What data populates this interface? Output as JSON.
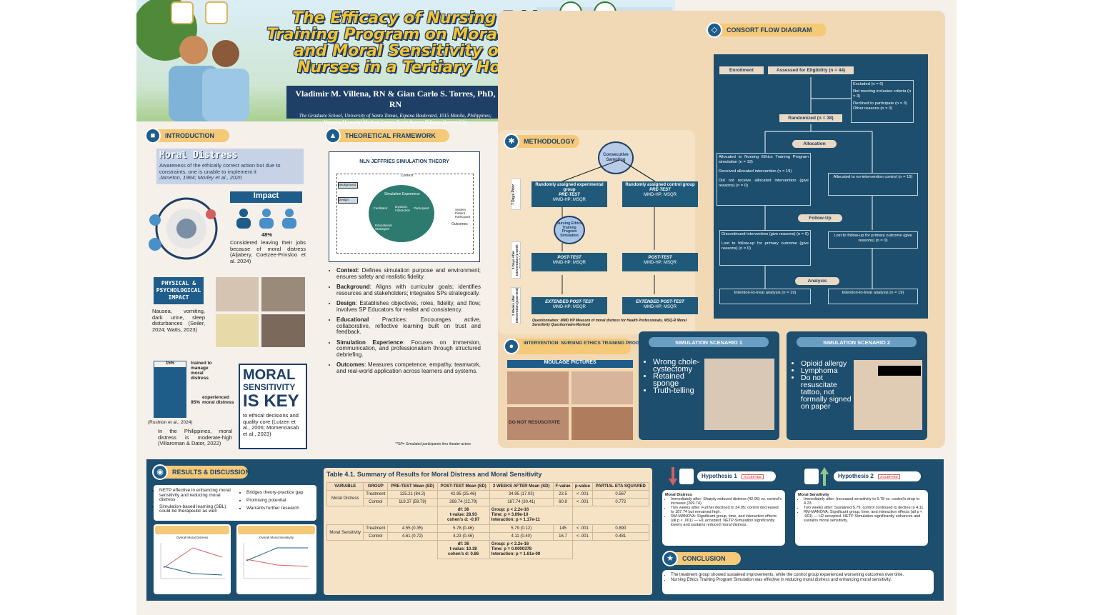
{
  "header": {
    "title_lines": [
      "The Efficacy of Nursing Ethics",
      "Training Program on Moral Distress",
      "and Moral Sensitivity of Staff",
      "Nurses in a Tertiary Hospital"
    ],
    "authors": "Vladimir M. Villena, RN & Gian Carlo S. Torres, PhD, RN",
    "affiliation": "The Graduate School, University of Santo Tomas, Espana Boulevard, 1015 Manila, Philippines; Veterans Memorial Medical Center, North Avenue Diliman Quezon City"
  },
  "introduction": {
    "heading": "INTRODUCTION",
    "moral_distress_title": "Moral Distress",
    "moral_distress_def": "Awareness of the ethically correct action but due to constraints, one is unable to implement it",
    "moral_distress_cite": "Jameton, 1984; Morley et al., 2020",
    "impact_title": "Impact",
    "impact_pct": "48%",
    "impact_text": "Considered leaving their jobs because of moral distress (Aljabery, Coetzee-Prinsloo et al. 2024)",
    "physical_title": "PHYSICAL & PSYCHOLOGICAL IMPACT",
    "physical_text": "Nausea, vomiting, dark urine, sleep disturbances (Seiler, 2024; Watts, 2023)",
    "bar_pct_top": "15%",
    "bar_label_top": "trained to manage moral distress",
    "bar_pct_bottom": "95%",
    "bar_label_bottom": "experienced moral distress",
    "bar_cite": "(Rushton et al., 2024)",
    "ph_note": "In the Philippines, moral distress is moderate-high (Villaroman & Dator, 2022)",
    "key_line1": "MORAL",
    "key_line2": "SENSITIVITY",
    "key_line3": "IS KEY",
    "key_text": "to ethical decisions and quality core (Lutzen et al., 2006; Momennasab et al., 2023)"
  },
  "framework": {
    "heading": "THEORETICAL FRAMEWORK",
    "diagram_title": "NLN JEFFRIES SIMULATION THEORY",
    "diagram_labels": [
      "Context",
      "Background",
      "Design",
      "Simulation Experience",
      "Facilitator",
      "Dynamic Interaction",
      "Participant",
      "Educational Strategies",
      "System Patient Participant",
      "Outcomes"
    ],
    "items": [
      {
        "term": "Context",
        "text": ": Defines simulation purpose and environment; ensures safety and realistic fidelity."
      },
      {
        "term": "Background",
        "text": ": Aligns with curricular goals; identifies resources and stakeholders; integrates SPs strategically."
      },
      {
        "term": "Design",
        "text": ": Establishes objectives, roles, fidelity, and flow; involves SP Educators for realist and consistency."
      },
      {
        "term": "Educational",
        "text": " Practices: Encourages active, collaborative, reflective learning built on trust and feedback."
      },
      {
        "term": "Simulation Experience",
        "text": ": Focuses on immersion, communication, and professionalism through structured debriefing."
      },
      {
        "term": "Outcomes",
        "text": ": Measures competence, empathy, teamwork, and real-world application across learners and systems."
      }
    ],
    "footnote": "**SP= Simulated participants thru theater actors"
  },
  "methodology": {
    "heading": "METHODOLOGY",
    "sampling": "Consecutive Sampling",
    "exp_group": "Randomly assigned experimental group",
    "ctrl_group": "Randomly assigned control group",
    "pretest": "PRE-TEST",
    "instruments": "MMD-HP; MSQR",
    "training": "Nursing Ethics Training Program Simulation",
    "posttest": "POST-TEST",
    "extended": "EXTENDED POST-TEST",
    "side_labels": [
      "7 Days Prior",
      "2 Days After Intervention (1-week Cohort 1-4)",
      "2 Weeks after Intervention (post-test)"
    ],
    "questionnaires": "Questionnaires: MMD HP Measure of moral distress for Health Professionals, MSQ-R Moral Sensitivity Questionnaire-Revised"
  },
  "consort": {
    "heading": "CONSORT FLOW DIAGRAM",
    "enrollment": "Enrollment",
    "assessed": "Assessed for Eligibility (n = 44)",
    "excluded": [
      "Excluded (n = 6)",
      "Not meeting inclusion criteria (n = 3)",
      "Declined to participate (n = 3)",
      "Other reasons (n = 0)"
    ],
    "randomized": "Randomized (n = 38)",
    "allocation": "Allocation",
    "alloc_left": [
      "Allocated to Nursing Ethics Training Program simulation (n = 19)",
      "Received allocated intervention (n = 19)",
      "Did not receive allocated intervention (give reasons) (n = 0)"
    ],
    "alloc_right": "Allocated to no-intervention control (n = 19)",
    "followup": "Follow-Up",
    "fu_left": [
      "Discontinued intervention (give reasons) (n = 0)",
      "Lost to follow-up for primary outcome (give reasons) (n = 0)"
    ],
    "fu_right": "Lost to follow-up for primary outcome (give reasons) (n = 0)",
    "analysis": "Analysis",
    "an_left": "Intention-to-treat analysis (n = 19)",
    "an_right": "Intention-to-treat analysis (n = 19)"
  },
  "intervention": {
    "heading": "INTERVENTION: NURSING ETHICS TRAINING PROGRAM- SIMULATION",
    "moulage": "MOULAGE PICTURES",
    "moulage_text": "DO NOT RESUSCITATE",
    "scenario1_title": "SIMULATION SCENARIO 1",
    "scenario1_items": [
      "Wrong chole-cystectomy",
      "Retained sponge",
      "Truth-telling"
    ],
    "scenario2_title": "SIMULATION SCENARIO 2",
    "scenario2_items": [
      "Opioid allergy",
      "Lymphoma",
      "Do not resuscitate tattoo, not formally signed on paper"
    ]
  },
  "results": {
    "heading": "RESULTS & DISCUSSION",
    "left_bullets": [
      "NETP effective in enhancing moral sensitivity and reducing moral distress",
      "Simulation-based learning (SBL) could be therapeutic as well"
    ],
    "right_bullets": [
      "Bridges theory-practice gap",
      "Promising potential",
      "Warrants further research"
    ],
    "chart1_title": "Overall Moral Distress",
    "chart2_title": "Overall Moral Sensitivity",
    "table_title": "Table 4.1. Summary of Results for Moral Distress and Moral Sensitivity",
    "columns": [
      "VARIABLE",
      "GROUP",
      "PRE-TEST Mean (SD)",
      "POST-TEST Mean (SD)",
      "2 WEEKS AFTER Mean (SD)",
      "F-value",
      "p-value",
      "PARTIAL ETA SQUARED"
    ],
    "rows": [
      {
        "variable": "Moral Distress",
        "group": "Treatment",
        "pre": "125.21 (84.2)",
        "post": "42.95 (25.46)",
        "two": "34.95 (17.03)",
        "f": "23.5",
        "p": "< .001",
        "eta": "0.567"
      },
      {
        "variable": "",
        "group": "Control",
        "pre": "119.37 (59.79)",
        "post": "269.74 (22.79)",
        "two": "187.74 (30.41)",
        "f": "60.9",
        "p": "< .001",
        "eta": "0.772"
      },
      {
        "variable": "Moral Sensitivity",
        "group": "Treatment",
        "pre": "4.55 (0.35)",
        "post": "5.78 (0.46)",
        "two": "5.79 (0.12)",
        "f": "145",
        "p": "< .001",
        "eta": "0.890"
      },
      {
        "variable": "",
        "group": "Control",
        "pre": "4.61 (0.72)",
        "post": "4.23 (0.46)",
        "two": "4.11 (0.40)",
        "f": "16.7",
        "p": "< .001",
        "eta": "0.481"
      }
    ],
    "stats_md_left": [
      "df: 36",
      "t-value: 28.93",
      "cohen's d: -0.97"
    ],
    "stats_md_right": [
      "Group: p < 2.2e-16",
      "Time: p = 3.09e-10",
      "Interaction: p = 1.17e-11"
    ],
    "stats_ms_left": [
      "df: 36",
      "t-value: 10.38",
      "cohen's d: 0.86"
    ],
    "stats_ms_right": [
      "Group: p < 2.2e-16",
      "Time: p = 0.0000378",
      "Interaction: p = 1.61e-09"
    ]
  },
  "hypotheses": {
    "h1": "Hypothesis 1",
    "h2": "Hypothesis 2",
    "stamp": "ACCEPTED",
    "h1_title": "Moral Distress",
    "h1_items": [
      "Immediately after: Sharply reduced distress (42.95) vs. control's increase (269.74).",
      "Two weeks after: Further declined to 34.95; control decreased to 187.74 but remained high.",
      "RM-MANOVA: Significant group, time, and interaction effects (all p < .001) — H1 accepted. NETP-Simulation significantly lowers and sustains reduced moral distress."
    ],
    "h2_title": "Moral Sensitivity",
    "h2_items": [
      "Immediately after: Increased sensitivity to 5.78 vs. control's drop to 4.23.",
      "Two weeks after: Sustained 5.79; control continued to decline to 4.11.",
      "RM-MANOVA: Significant group, time, and interaction effects (all p < .001) — H2 accepted. NETP-Simulation significantly enhances and sustains moral sensitivity."
    ]
  },
  "conclusion": {
    "heading": "CONCLUSION",
    "items": [
      "The treatment group showed sustained improvements, while the control group experienced worsening outcomes over time.",
      "Nursing Ethics Training Program Simulation was effective in reducing moral distress and enhancing moral sensitivity."
    ]
  },
  "colors": {
    "navy": "#1d4e6e",
    "accent": "#f4c978",
    "title_yellow": "#f4c430"
  }
}
